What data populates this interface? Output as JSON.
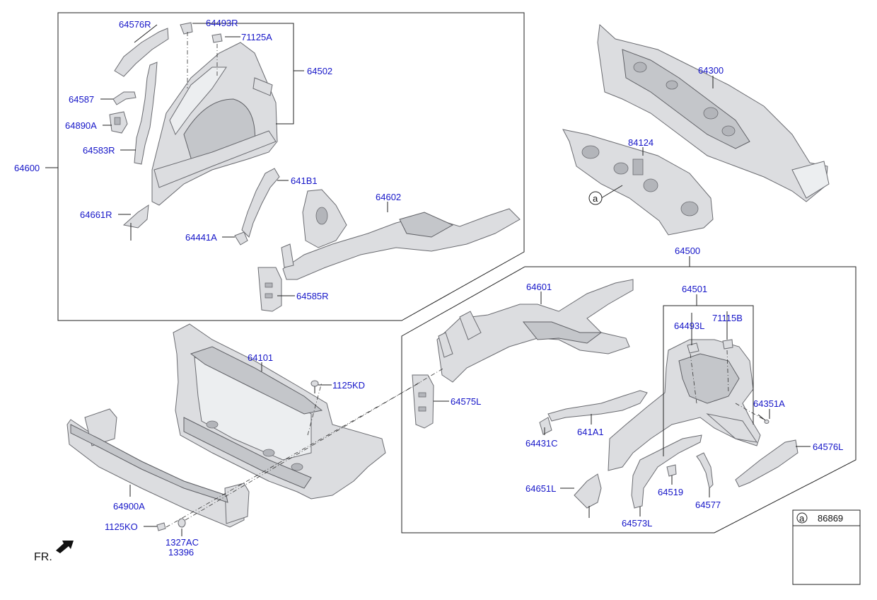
{
  "labels": {
    "p64576R": "64576R",
    "p64493R": "64493R",
    "p71125A": "71125A",
    "p64502": "64502",
    "p64587": "64587",
    "p64890A": "64890A",
    "p64583R": "64583R",
    "p64600": "64600",
    "p641B1": "641B1",
    "p64602": "64602",
    "p64661R": "64661R",
    "p64441A": "64441A",
    "p64585R": "64585R",
    "p64300": "64300",
    "p84124": "84124",
    "callout_a": "a",
    "p64500": "64500",
    "p64601": "64601",
    "p64501": "64501",
    "p64493L": "64493L",
    "p71115B": "71115B",
    "p64101": "64101",
    "p1125KD": "1125KD",
    "p64575L": "64575L",
    "p64351A": "64351A",
    "p64431C": "64431C",
    "p641A1": "641A1",
    "p64576L": "64576L",
    "p64900A": "64900A",
    "p64651L": "64651L",
    "p64519": "64519",
    "p64577": "64577",
    "p64573L": "64573L",
    "p1125KO": "1125KO",
    "p1327AC": "1327AC",
    "p13396": "13396",
    "legend_a": "a",
    "p86869": "86869",
    "fr": "FR."
  }
}
